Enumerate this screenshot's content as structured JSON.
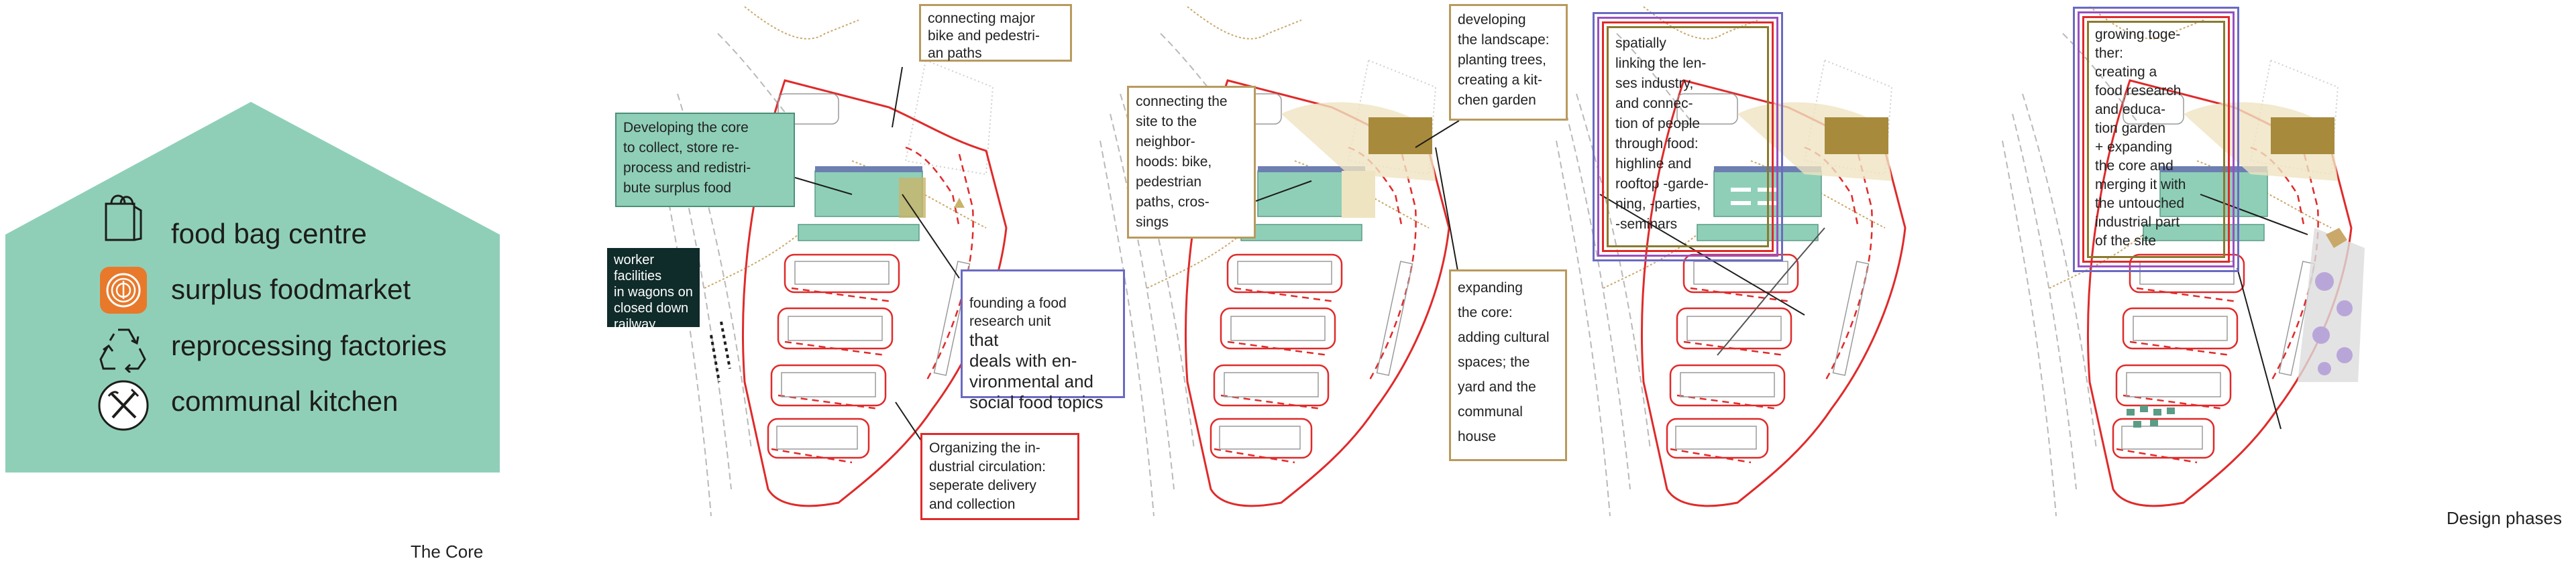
{
  "core": {
    "caption": "The Core",
    "items": [
      {
        "label": "food bag centre",
        "icon": "shopping-bag-icon"
      },
      {
        "label": "surplus foodmarket",
        "icon": "surplus-foodmarket-icon"
      },
      {
        "label": "reprocessing factories",
        "icon": "recycle-icon"
      },
      {
        "label": "communal kitchen",
        "icon": "fork-knife-icon"
      }
    ]
  },
  "phase1": {
    "connecting_paths": "connecting major\nbike and pedestri-\nan paths",
    "developing_core": "Developing the core\nto collect, store re-\nprocess and redistri-\nbute surplus food",
    "worker_facilities": "worker facilities\nin wagons on\nclosed down\nrailway",
    "research_unit_small": "founding a food\nresearch unit",
    "research_unit_large": "that\ndeals with en-\nvironmental and\nsocial food topics",
    "industrial_circulation": "Organizing the in-\ndustrial circulation:\nseperate delivery\nand collection"
  },
  "phase2": {
    "connecting_site": "connecting the\nsite to the\nneighbor-\nhoods: bike,\npedestrian\npaths, cros-\nsings",
    "landscape": "developing\nthe landscape:\nplanting trees,\ncreating a kit-\nchen garden",
    "expanding_core": "expanding\nthe core:\nadding cultural\nspaces; the\nyard and the\ncommunal\nhouse"
  },
  "phase3": {
    "linking": "spatially\nlinking the len-\nses industry,\nand connec-\ntion of people\nthrough food:\nhighline and\nrooftop -garde-\nning, -parties,\n-seminars"
  },
  "phase4": {
    "growing": "growing toge-\nther:\ncreating a\nfood research\nand educa-\ntion garden\n+ expanding\nthe core and\nmerging it with\nthe untouched\nindustrial part\nof the site"
  },
  "footer": {
    "design_phases": "Design phases"
  },
  "colors": {
    "mint": "#8fcfb8",
    "red": "#e02a2a",
    "tan": "#b89a5e",
    "blue": "#6a6ac2",
    "purple": "#9a4fc0",
    "olive": "#8a7a2e",
    "dark": "#0f2b2a",
    "orange": "#e8792b"
  }
}
